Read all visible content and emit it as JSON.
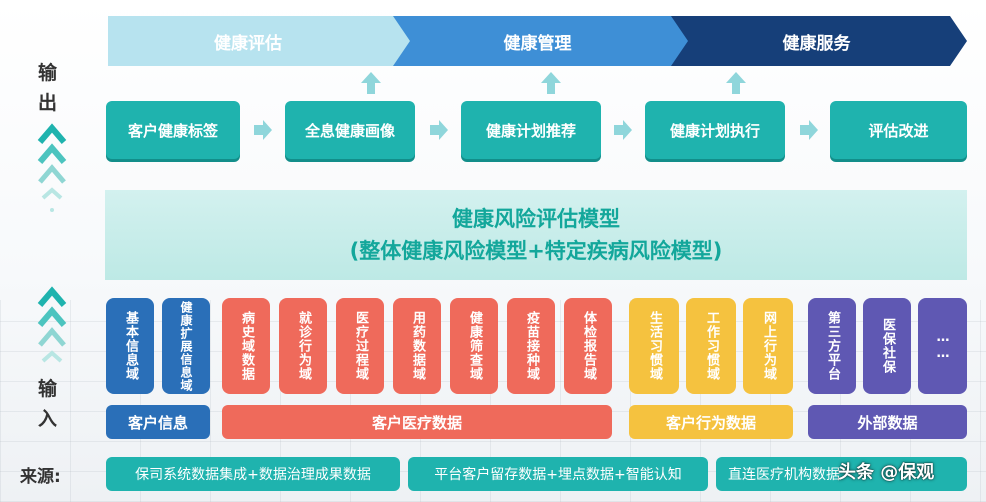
{
  "top_stages": [
    "健康评估",
    "健康管理",
    "健康服务"
  ],
  "process_steps": [
    "客户健康标签",
    "全息健康画像",
    "健康计划推荐",
    "健康计划执行",
    "评估改进"
  ],
  "model": {
    "line1": "健康风险评估模型",
    "line2": "(整体健康风险模型+特定疾病风险模型)"
  },
  "side_labels": {
    "output_1": "输",
    "output_2": "出",
    "input_1": "输",
    "input_2": "入"
  },
  "cards": {
    "customer_info": [
      "基本信息域",
      "健康扩展信息域"
    ],
    "medical": [
      "病史域数据",
      "就诊行为域",
      "医疗过程域",
      "用药数据域",
      "健康筛查域",
      "疫苗接种域",
      "体检报告域"
    ],
    "behavior": [
      "生活习惯域",
      "工作习惯域",
      "网上行为域"
    ],
    "external": [
      "第三方平台",
      "医保社保",
      "……"
    ]
  },
  "categories": [
    "客户信息",
    "客户医疗数据",
    "客户行为数据",
    "外部数据"
  ],
  "source": {
    "label": "来源:",
    "items": [
      "保司系统数据集成+数据治理成果数据",
      "平台客户留存数据+埋点数据+智能认知",
      "直连医疗机构数据"
    ]
  },
  "watermark": "头条 @保观",
  "colors": {
    "teal": "#1fb3ae",
    "chevron_light": "#b7e3ef",
    "chevron_mid": "#3e8fd6",
    "chevron_dark": "#163f79",
    "blue": "#2a6fb8",
    "red": "#ef6a5b",
    "yellow": "#f5c23f",
    "purple": "#5f58b3"
  }
}
